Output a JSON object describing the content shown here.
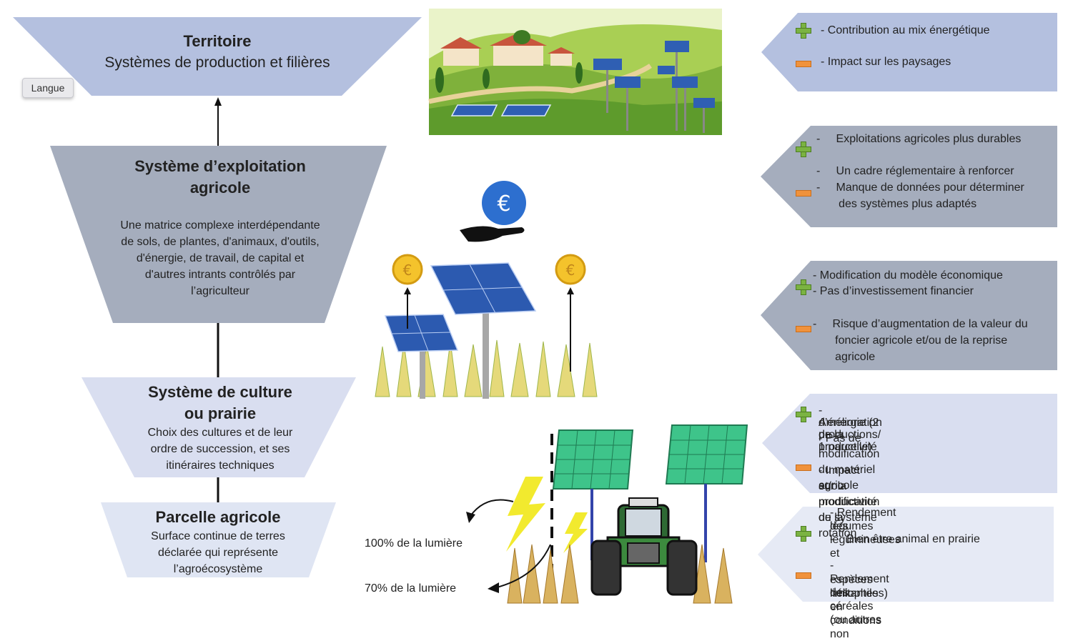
{
  "language_button": "Langue",
  "levels": {
    "territoire": {
      "title": "Territoire",
      "subtitle": "Systèmes de production et filières"
    },
    "exploitation": {
      "title_line1": "Système d’exploitation",
      "title_line2": "agricole",
      "desc": [
        "Une matrice complexe interdépendante",
        "de sols, de plantes, d'animaux, d'outils,",
        "d'énergie, de travail, de capital et",
        "d'autres intrants contrôlés par",
        "l’agriculteur"
      ]
    },
    "culture": {
      "title_line1": "Système de culture",
      "title_line2": "ou prairie",
      "desc": [
        "Choix des cultures et de leur",
        "ordre de succession, et ses",
        "itinéraires techniques"
      ]
    },
    "parcelle": {
      "title": "Parcelle agricole",
      "desc": [
        "Surface continue de terres",
        "déclarée qui représente",
        "l’agroécosystème"
      ]
    }
  },
  "panels": [
    {
      "plus": [
        "- Contribution au mix énergétique"
      ],
      "minus": [
        "- Impact sur les paysages"
      ],
      "color": "#b4c0df"
    },
    {
      "plus": [
        "-     Exploitations agricoles plus durables"
      ],
      "minus": [
        "-     Un cadre réglementaire à renforcer",
        "-     Manque de données pour déterminer",
        "       des systèmes plus adaptés"
      ],
      "color": "#a5adbd"
    },
    {
      "plus": [
        "- Modification du modèle économique",
        "- Pas d’investissement financier"
      ],
      "minus": [
        "-     Risque d’augmentation de la valeur du",
        "       foncier agricole et/ou de la reprise",
        "       agricole"
      ],
      "color": "#a5adbd"
    },
    {
      "plus": [
        "- Amélioration de la productivité",
        "d’énergie (2 productions/ 1 parcelle)",
        "- Pas de modification du matériel agricole"
      ],
      "minus": [
        "- Impact sur la productivité du système",
        "et/ou modification de la rotation"
      ],
      "color": "#d9def0"
    },
    {
      "plus": [
        "- Rendement des légumineuses et",
        "légumes",
        "-    Bien être animal en prairie"
      ],
      "minus": [
        "- Rendement des céréales (ou autres",
        "espèces héliophiles) en conditions non",
        "limitantes"
      ],
      "color": "#e6eaf5"
    }
  ],
  "light_labels": {
    "full": "100% de la lumière",
    "partial": "70% de la lumière"
  },
  "icons": [
    "euro-hand-icon",
    "euro-coin-icon",
    "solar-panel-icon",
    "tractor-icon",
    "lightning-icon"
  ],
  "colors": {
    "territoire": "#b4c0df",
    "exploitation": "#a5adbd",
    "culture": "#d9def0",
    "parcelle": "#dfe5f3",
    "plus": "#7bb342",
    "minus": "#f0923c"
  }
}
